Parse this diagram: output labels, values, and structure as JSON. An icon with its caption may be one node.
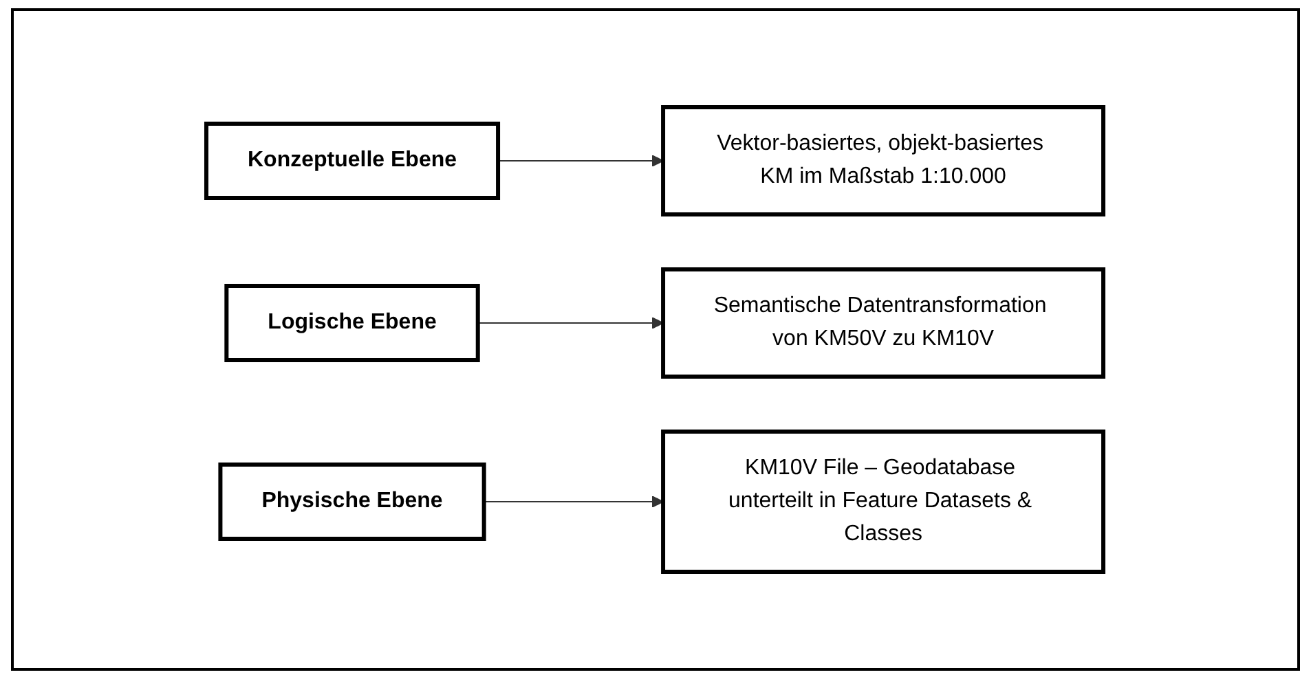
{
  "diagram": {
    "nodes": [
      {
        "text": [
          "Konzeptuelle Ebene"
        ]
      },
      {
        "text": [
          "Vektor-basiertes, objekt-basiertes KM im Maßstab 1:10.000"
        ]
      },
      {
        "text": [
          "Logische Ebene"
        ]
      },
      {
        "text": [
          "Semantische Datentransformation von KM50V zu KM10V"
        ]
      },
      {
        "text": [
          "Physische Ebene"
        ]
      },
      {
        "text": [
          "KM10V File – Geodatabase unterteilt in Feature Datasets & Classes"
        ]
      }
    ],
    "edges": [
      {
        "from": 0,
        "to": 1,
        "arrow": "to"
      },
      {
        "from": 2,
        "to": 3,
        "arrow": "to"
      },
      {
        "from": 4,
        "to": 5,
        "arrow": "to"
      }
    ]
  }
}
